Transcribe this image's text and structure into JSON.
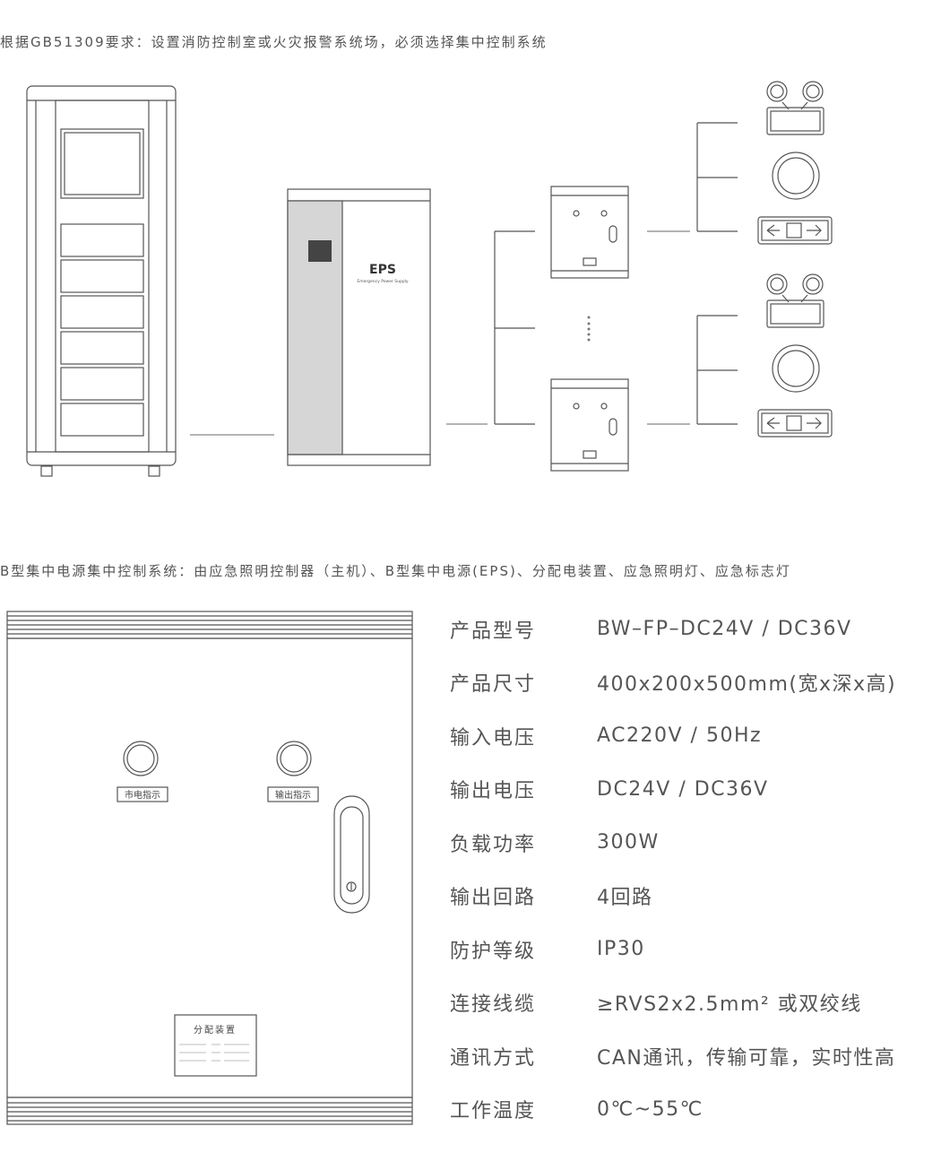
{
  "top_caption": "根据GB51309要求：设置消防控制室或火灾报警系统场，必须选择集中控制系统",
  "mid_caption": "B型集中电源集中控制系统：由应急照明控制器（主机）、B型集中电源(EPS)、分配电装置、应急照明灯、应急标志灯",
  "eps": {
    "title": "EPS",
    "subtitle": "Emergency Power Supply"
  },
  "panel": {
    "mains_label": "市电指示",
    "output_label": "输出指示",
    "nameplate_title": "分配装置"
  },
  "specs": [
    {
      "label": "产品型号",
      "value": "BW–FP–DC24V / DC36V"
    },
    {
      "label": "产品尺寸",
      "value": "400x200x500mm(宽x深x高)"
    },
    {
      "label": "输入电压",
      "value": "AC220V / 50Hz"
    },
    {
      "label": "输出电压",
      "value": "DC24V / DC36V"
    },
    {
      "label": "负载功率",
      "value": "300W"
    },
    {
      "label": "输出回路",
      "value": "4回路"
    },
    {
      "label": "防护等级",
      "value": "IP30"
    },
    {
      "label": "连接线缆",
      "value": "≥RVS2x2.5mm² 或双绞线"
    },
    {
      "label": "通讯方式",
      "value": "CAN通讯，传输可靠，实时性高"
    },
    {
      "label": "工作温度",
      "value": "0℃~55℃"
    }
  ]
}
